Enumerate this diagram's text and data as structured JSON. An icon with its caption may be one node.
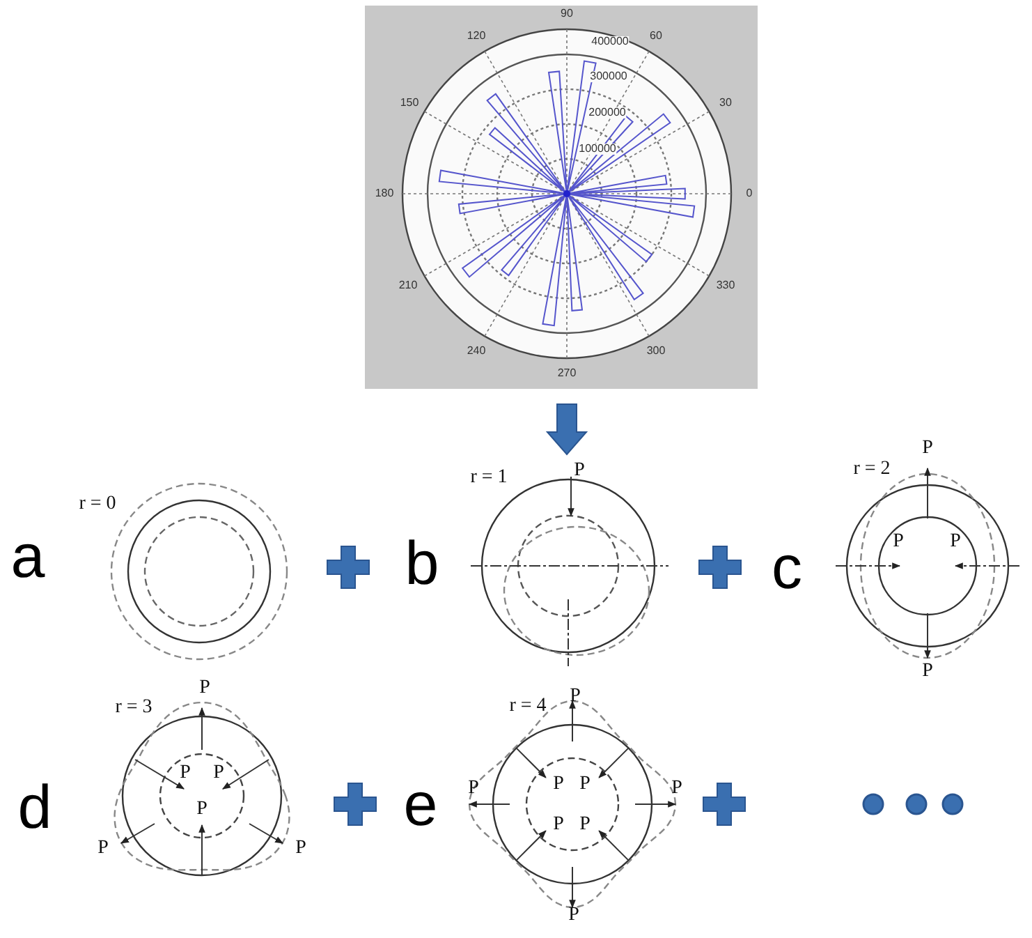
{
  "diagram": {
    "labels": [
      "90",
      "120",
      "60",
      "400000",
      "300000",
      "150",
      "30",
      "200000",
      "100000",
      "180",
      "0",
      "210",
      "330",
      "240",
      "300",
      "270",
      "a",
      "r = 0",
      "b",
      "r = 1",
      "P",
      "c",
      "r = 2",
      "P",
      "P",
      "P",
      "P",
      "d",
      "r = 3",
      "P",
      "P",
      "P",
      "P",
      "P",
      "P",
      "e",
      "r = 4",
      "P",
      "P",
      "P",
      "P",
      "P",
      "P",
      "P",
      "P"
    ]
  }
}
